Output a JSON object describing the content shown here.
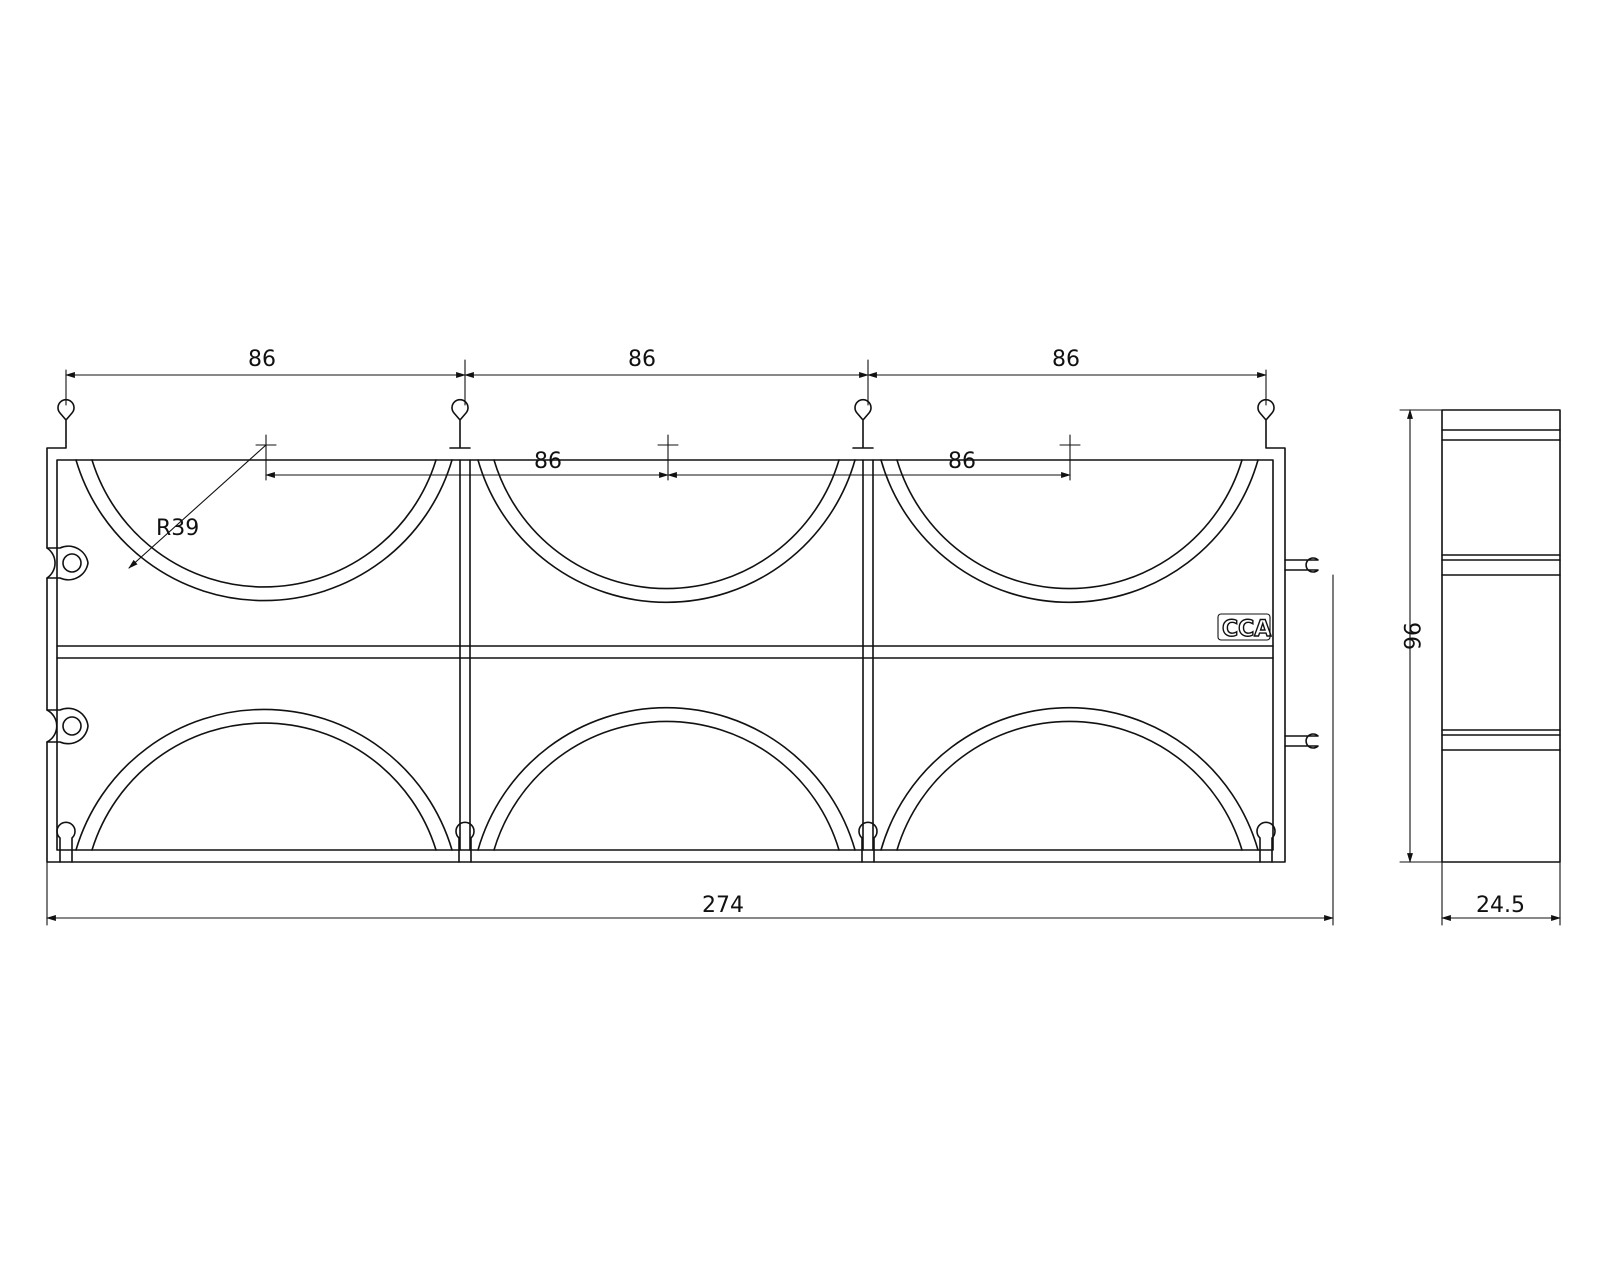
{
  "dimensions": {
    "top_pitch_1": "86",
    "top_pitch_2": "86",
    "top_pitch_3": "86",
    "centre_pitch_1": "86",
    "centre_pitch_2": "86",
    "radius": "R39",
    "overall_length": "274",
    "height": "96",
    "depth": "24.5"
  },
  "logo": {
    "text": "CCA"
  },
  "colors": {
    "line": "#111111",
    "background": "#ffffff"
  }
}
